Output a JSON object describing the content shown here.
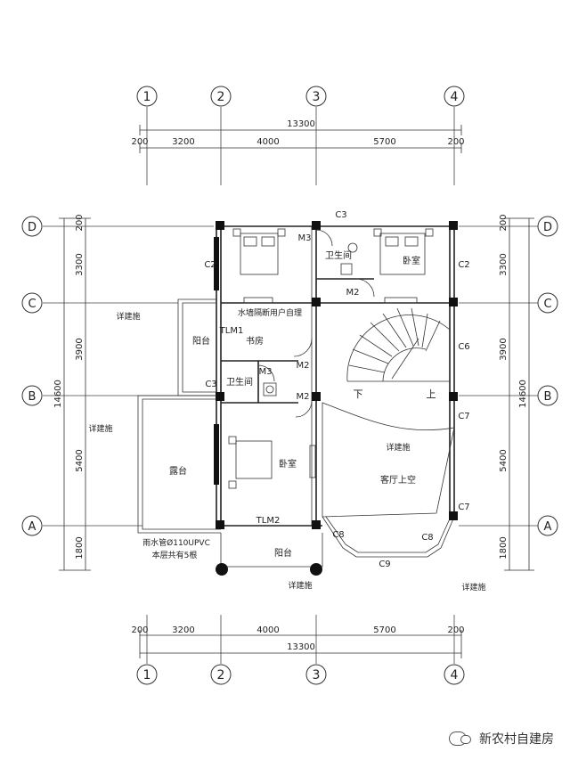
{
  "axes": {
    "top": [
      "1",
      "2",
      "3",
      "4"
    ],
    "left": [
      "D",
      "C",
      "B",
      "A"
    ]
  },
  "dims": {
    "total_h": "13300",
    "h_segments": [
      "200",
      "3200",
      "4000",
      "5700",
      "200"
    ],
    "total_v": "14600",
    "v_segments": [
      "200",
      "3300",
      "3900",
      "5400",
      "1800"
    ]
  },
  "rooms": {
    "bedroom_ne": "卧室",
    "bath_n": "卫生间",
    "study": "书房",
    "balcony_w": "阳台",
    "bath_w": "卫生间",
    "bedroom_sw": "卧室",
    "terrace": "露台",
    "balcony_s": "阳台",
    "living_void": "客厅上空"
  },
  "labels": {
    "C3_top": "C3",
    "C3_mid": "C3",
    "M3_top": "M3",
    "M3_mid": "M3",
    "M2_a": "M2",
    "M2_b": "M2",
    "M2_c": "M2",
    "C2_left": "C2",
    "C2_right": "C2",
    "C6": "C6",
    "C7_a": "C7",
    "C7_b": "C7",
    "C8_a": "C8",
    "C8_b": "C8",
    "C9": "C9",
    "TLM1": "TLM1",
    "TLM2": "TLM2",
    "meter_note": "水墙隔断用户自理",
    "down": "下",
    "up": "上",
    "detail_1": "详建施",
    "detail_2": "详建施",
    "detail_3": "详建施",
    "detail_4": "详建施",
    "detail_5": "详建施",
    "pipe_note1": "雨水管Ø110UPVC",
    "pipe_note2": "本层共有5根"
  },
  "watermark": "新农村自建房"
}
